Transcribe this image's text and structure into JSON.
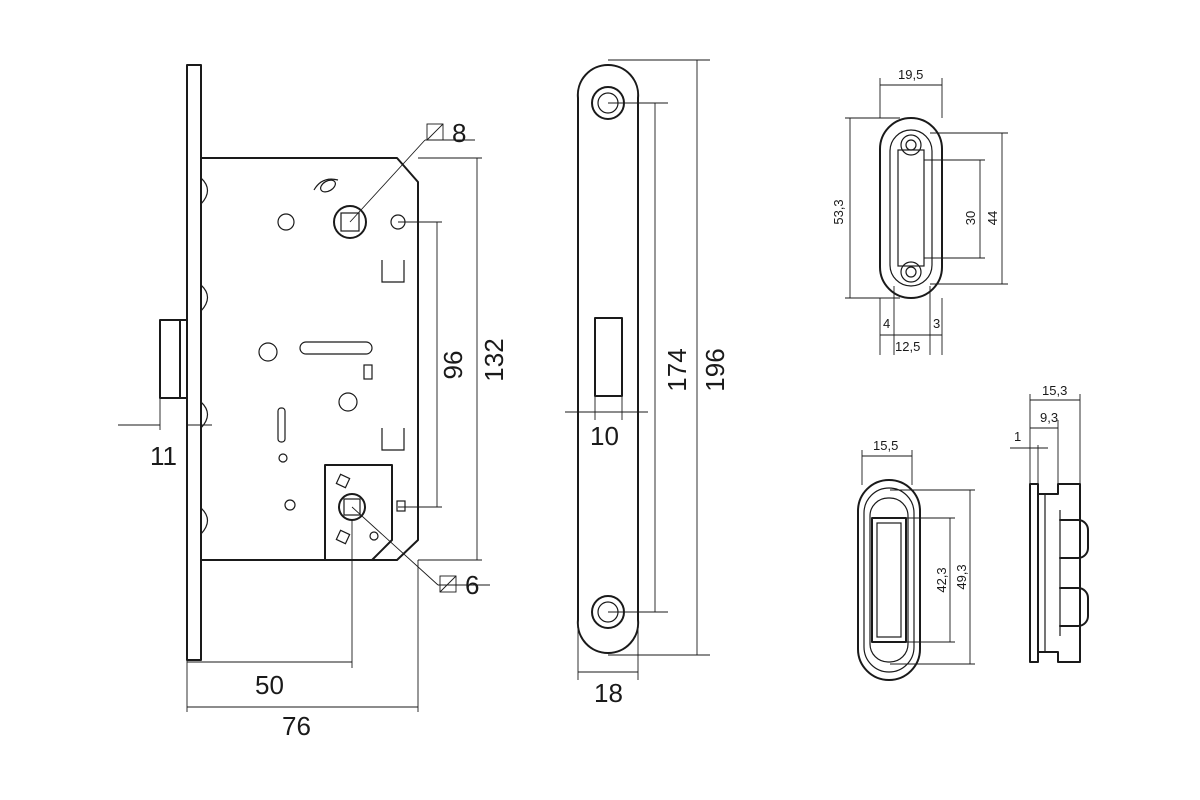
{
  "dimensions": {
    "square_8": "8",
    "square_6": "6",
    "backset_50": "50",
    "width_76": "76",
    "latch_11": "11",
    "spacing_96": "96",
    "height_132": "132",
    "strike_10": "10",
    "strike_174": "174",
    "strike_196": "196",
    "strike_18": "18",
    "s1_19_5": "19,5",
    "s1_53_3": "53,3",
    "s1_30": "30",
    "s1_44": "44",
    "s1_4": "4",
    "s1_3": "3",
    "s1_12_5": "12,5",
    "s2_15_5": "15,5",
    "s2_42_3": "42,3",
    "s2_49_3": "49,3",
    "s3_15_3": "15,3",
    "s3_9_3": "9,3",
    "s3_1": "1"
  }
}
